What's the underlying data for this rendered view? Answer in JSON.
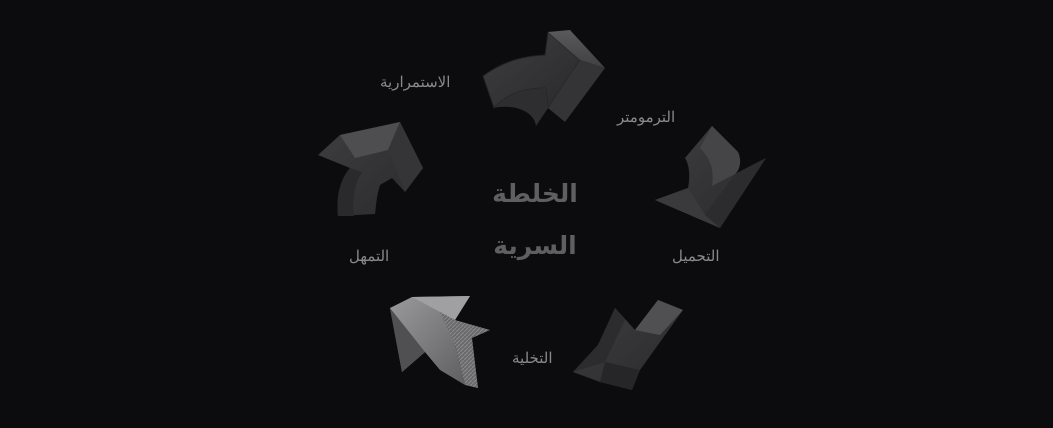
{
  "diagram": {
    "center_title": [
      "الخلطة",
      "السرية"
    ],
    "steps": [
      {
        "label": "الاستمرارية"
      },
      {
        "label": "الترمومتر"
      },
      {
        "label": "التحميل"
      },
      {
        "label": "التخلية"
      },
      {
        "label": "التمهل"
      }
    ]
  },
  "colors": {
    "background": "#0c0c0e",
    "arrow_dark": "#2a2a2c",
    "arrow_mid": "#3c3c3e",
    "arrow_light": "#58585a",
    "arrow_highlight": "#8e8e90",
    "label": "#8a8a8c",
    "title": "#5f5f62"
  }
}
